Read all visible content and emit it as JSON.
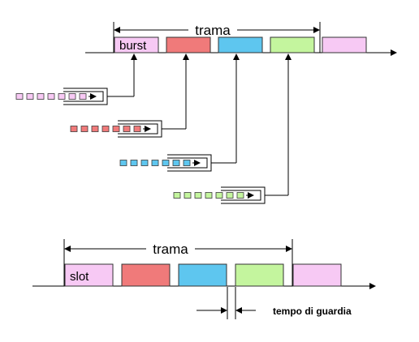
{
  "top_diagram": {
    "frame_label": "trama",
    "first_slot_label": "burst",
    "slot_colors": [
      "#f7c9f4",
      "#f07a7a",
      "#5ec6ef",
      "#c4f59e",
      "#f7c9f4"
    ],
    "queues": [
      {
        "color": "#f7c9f4",
        "packets": 7
      },
      {
        "color": "#f07a7a",
        "packets": 7
      },
      {
        "color": "#5ec6ef",
        "packets": 7
      },
      {
        "color": "#c4f59e",
        "packets": 7
      }
    ]
  },
  "bottom_diagram": {
    "frame_label": "trama",
    "first_slot_label": "slot",
    "slot_colors": [
      "#f7c9f4",
      "#f07a7a",
      "#5ec6ef",
      "#c4f59e",
      "#f7c9f4"
    ],
    "guard_label": "tempo di guardia"
  }
}
